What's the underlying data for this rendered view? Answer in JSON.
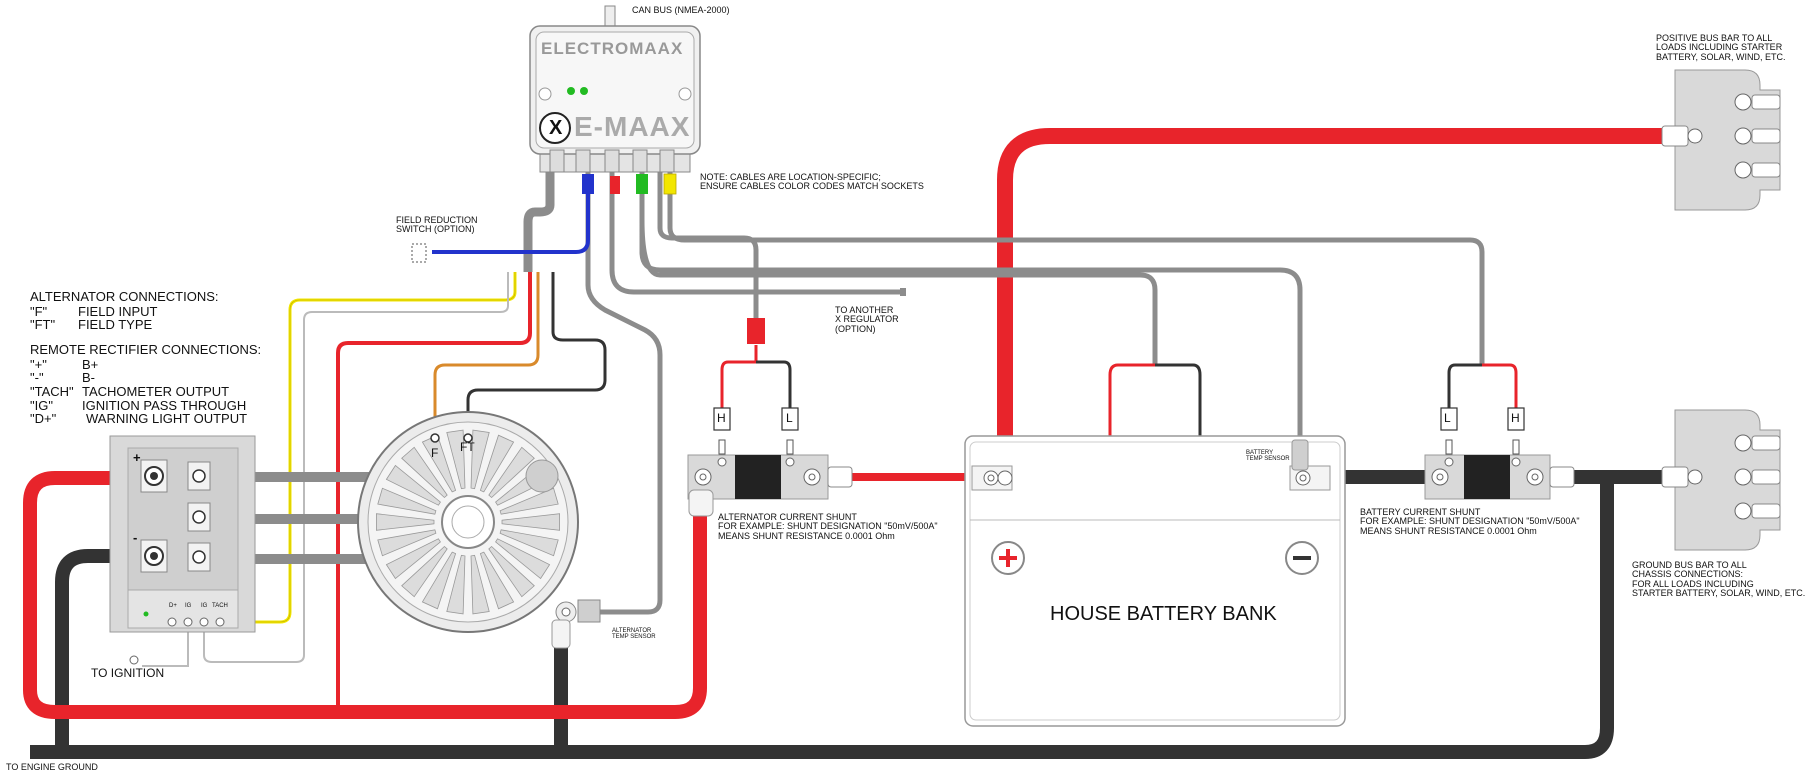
{
  "controller": {
    "brand": "ELECTROMAAX",
    "model": "E-MAAX",
    "x_mark": "X",
    "can_bus_label": "CAN BUS (NMEA-2000)"
  },
  "notes": {
    "cables_note": "NOTE: CABLES ARE LOCATION-SPECIFIC;\nENSURE CABLES COLOR CODES MATCH SOCKETS",
    "field_reduction": "FIELD REDUCTION\nSWITCH (OPTION)",
    "another_regulator": "TO ANOTHER\nX REGULATOR\n(OPTION)",
    "to_ignition": "TO IGNITION",
    "to_engine_ground": "TO ENGINE GROUND",
    "alternator_temp_sensor": "ALTERNATOR\nTEMP SENSOR",
    "battery_temp_sensor": "BATTERY\nTEMP SENSOR",
    "positive_bus": "POSITIVE BUS BAR TO ALL\nLOADS INCLUDING STARTER\nBATTERY, SOLAR, WIND, ETC.",
    "ground_bus": "GROUND BUS BAR TO ALL\nCHASSIS CONNECTIONS:\nFOR ALL LOADS INCLUDING\nSTARTER BATTERY, SOLAR, WIND, ETC."
  },
  "alternator_connections": {
    "title": "ALTERNATOR CONNECTIONS:",
    "items": [
      {
        "key": "\"F\"",
        "desc": "FIELD INPUT"
      },
      {
        "key": "\"FT\"",
        "desc": "FIELD TYPE"
      }
    ]
  },
  "rectifier_connections": {
    "title": "REMOTE RECTIFIER CONNECTIONS:",
    "items": [
      {
        "key": "\"+\"",
        "desc": "B+"
      },
      {
        "key": "\"-\"",
        "desc": "B-"
      },
      {
        "key": "\"TACH\"",
        "desc": "TACHOMETER OUTPUT"
      },
      {
        "key": "\"IG\"",
        "desc": "IGNITION PASS THROUGH"
      },
      {
        "key": "\"D+\"",
        "desc": "WARNING LIGHT OUTPUT"
      }
    ]
  },
  "alternator": {
    "f_label": "F",
    "ft_label": "FT",
    "rectifier_plus": "+",
    "rectifier_minus": "-",
    "terminal_labels": [
      "D+",
      "IG",
      "IG",
      "TACH"
    ]
  },
  "alternator_shunt": {
    "h_label": "H",
    "l_label": "L",
    "caption": "ALTERNATOR CURRENT SHUNT\nFOR EXAMPLE: SHUNT DESIGNATION \"50mV/500A\"\nMEANS SHUNT RESISTANCE 0.0001 Ohm"
  },
  "battery_shunt": {
    "h_label": "H",
    "l_label": "L",
    "caption": "BATTERY CURRENT SHUNT\nFOR EXAMPLE: SHUNT DESIGNATION \"50mV/500A\"\nMEANS SHUNT RESISTANCE 0.0001 Ohm"
  },
  "battery": {
    "label": "HOUSE BATTERY BANK",
    "plus_symbol": "+",
    "minus_symbol": "−"
  },
  "colors": {
    "red": "#e8242b",
    "black": "#333333",
    "gray_cable": "#8c8c8c",
    "blue": "#2233cc",
    "yellow": "#f2e600",
    "green": "#22bb22",
    "orange": "#d98a2b",
    "device_fill": "#d9d9d9"
  }
}
